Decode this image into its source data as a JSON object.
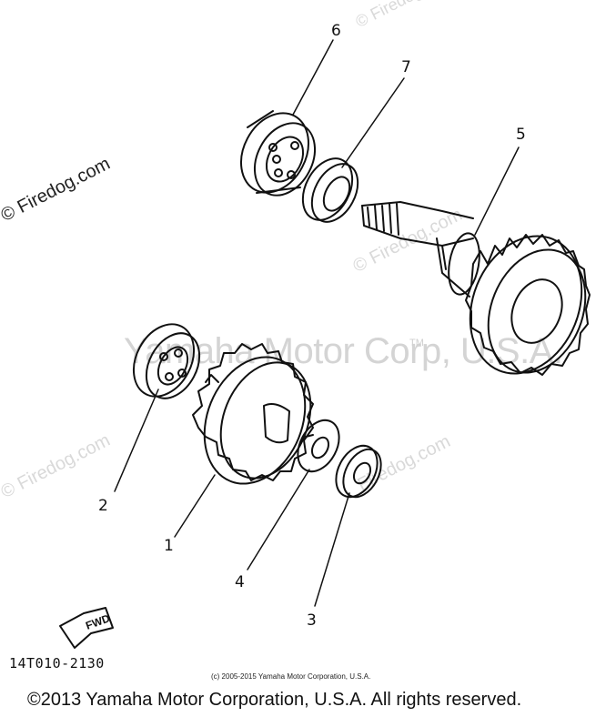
{
  "diagram": {
    "part_number": "14T010-2130",
    "callouts": [
      "1",
      "2",
      "3",
      "4",
      "5",
      "6",
      "7"
    ],
    "fwd_label": "FWD",
    "line_color": "#111111",
    "paper_color": "#ffffff"
  },
  "watermarks": {
    "firedog": "© Firedog.com",
    "firedog_plain": "Firedog.com",
    "yamaha": "Yamaha Motor Corp, U.S.A.",
    "trademark": "TM",
    "watermark_color": "#d4d4d4"
  },
  "footer": {
    "small_copyright": "(c) 2005-2015 Yamaha Motor Corporation, U.S.A.",
    "copyright": "©2013 Yamaha Motor Corporation, U.S.A. All rights reserved."
  }
}
